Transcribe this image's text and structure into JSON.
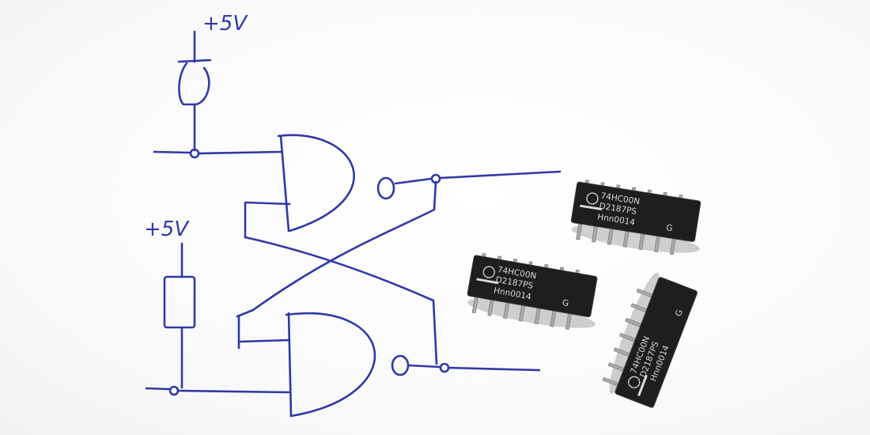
{
  "annotations": {
    "supply_top": "+5V",
    "supply_bottom": "+5V"
  },
  "chips": [
    {
      "line1": "74HC00N",
      "line2": "D2187PS",
      "line3": "Hnn0014",
      "mark": "G"
    },
    {
      "line1": "74HC00N",
      "line2": "D2187PS",
      "line3": "Hnn0014",
      "mark": "G"
    },
    {
      "line1": "74HC00N",
      "line2": "D2187PS",
      "line3": "Hnn0014",
      "mark": "G"
    }
  ],
  "colors": {
    "ink": "#3039a6",
    "paper": "#fbfbfc",
    "chip": "#1e1d1f",
    "chip_text": "#d9d9d9",
    "pins": "#a7a9ae"
  }
}
